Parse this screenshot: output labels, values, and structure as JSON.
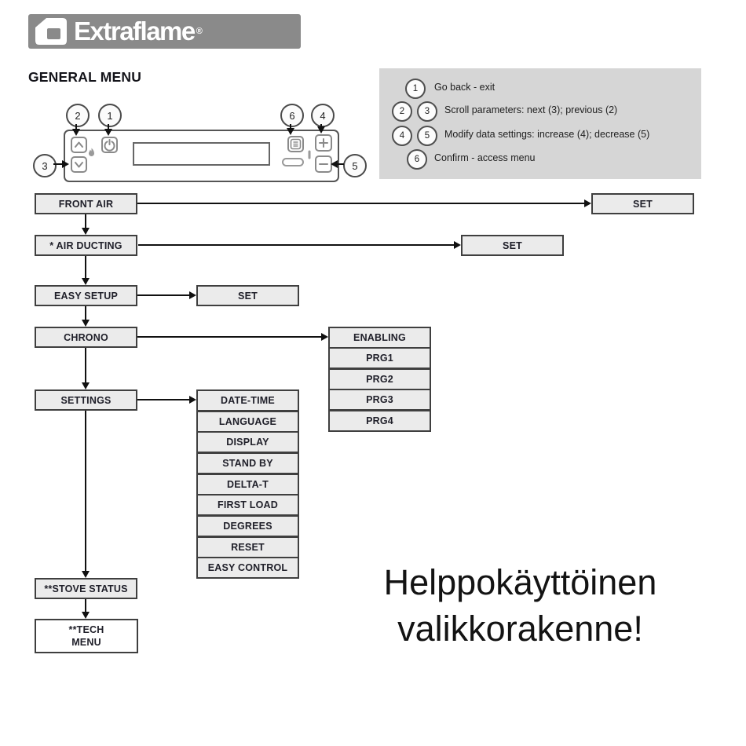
{
  "logo": {
    "brand": "Extraflame",
    "registered": "®"
  },
  "page_title": "GENERAL MENU",
  "panel": {
    "callouts": {
      "c1": "1",
      "c2": "2",
      "c3": "3",
      "c4": "4",
      "c5": "5",
      "c6": "6"
    }
  },
  "legend": {
    "rows": [
      {
        "b1": "1",
        "text": "Go back - exit"
      },
      {
        "b1": "2",
        "b2": "3",
        "text": "Scroll parameters: next (3); previous (2)"
      },
      {
        "b1": "4",
        "b2": "5",
        "text": "Modify data settings: increase (4); decrease (5)"
      },
      {
        "b1": "6",
        "text": "Confirm - access menu"
      }
    ]
  },
  "flow": {
    "front_air": "FRONT AIR",
    "air_ducting": "* AIR DUCTING",
    "easy_setup": "EASY SETUP",
    "chrono": "CHRONO",
    "settings": "SETTINGS",
    "stove_status": "**STOVE STATUS",
    "tech_menu_line1": "**TECH",
    "tech_menu_line2": "MENU",
    "set_label": "SET",
    "chrono_submenu": [
      "ENABLING",
      "PRG1",
      "PRG2",
      "PRG3",
      "PRG4"
    ],
    "settings_submenu": [
      "DATE-TIME",
      "LANGUAGE",
      "DISPLAY",
      "STAND BY",
      "DELTA-T",
      "FIRST LOAD",
      "DEGREES",
      "RESET",
      "EASY CONTROL"
    ]
  },
  "tagline": {
    "line1": "Helppokäyttöinen",
    "line2": "valikkorakenne!"
  },
  "colors": {
    "logo_bg": "#8a8a8a",
    "legend_bg": "#d6d6d6",
    "box_fill": "#ebebeb",
    "box_border": "#3f3f3f",
    "text_dark": "#20202a"
  }
}
